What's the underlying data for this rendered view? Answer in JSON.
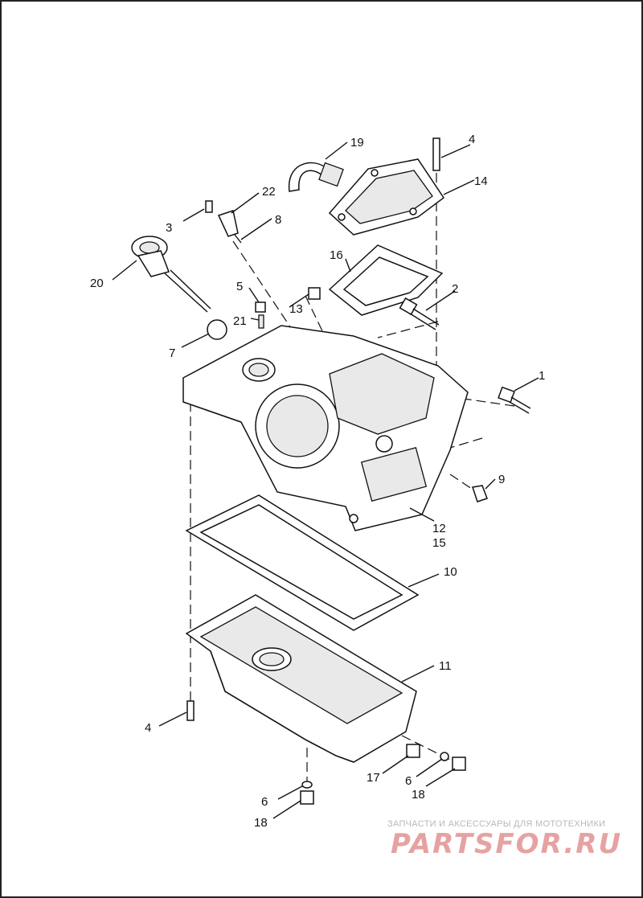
{
  "callouts": {
    "c1": "1",
    "c2": "2",
    "c3": "3",
    "c4a": "4",
    "c4b": "4",
    "c5": "5",
    "c6a": "6",
    "c6b": "6",
    "c7": "7",
    "c8": "8",
    "c9": "9",
    "c10": "10",
    "c11": "11",
    "c12": "12",
    "c13": "13",
    "c14": "14",
    "c15": "15",
    "c16": "16",
    "c17": "17",
    "c18a": "18",
    "c18b": "18",
    "c19": "19",
    "c20": "20",
    "c21": "21",
    "c22": "22"
  },
  "watermark": {
    "tagline": "ЗАПЧАСТИ И АКСЕССУАРЫ ДЛЯ МОТОТЕХНИКИ",
    "logo": "PARTSFOR.RU"
  }
}
